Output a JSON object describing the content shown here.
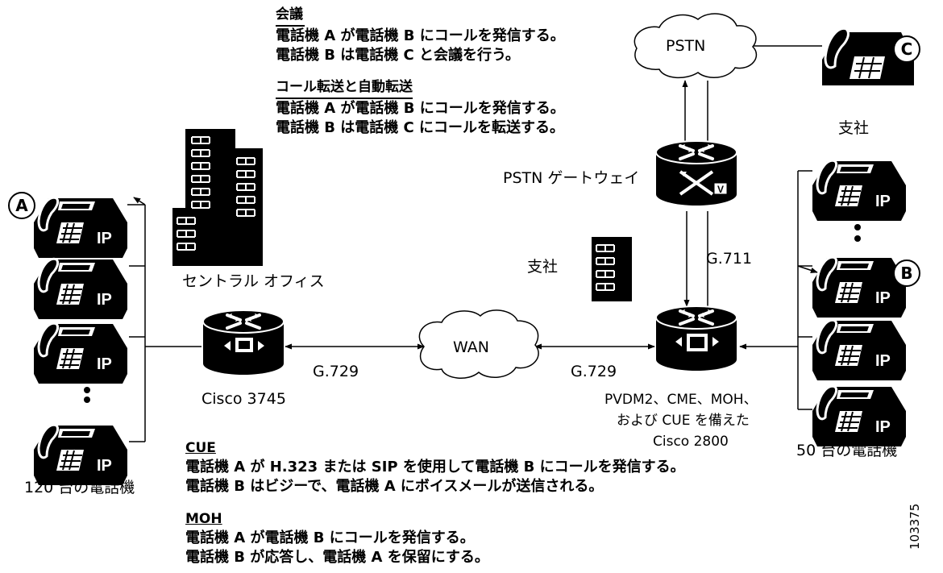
{
  "labels": {
    "pstn": "PSTN",
    "wan": "WAN",
    "pstn_gateway": "PSTN ゲートウェイ",
    "central_office": "セントラル オフィス",
    "branch_top": "支社",
    "branch_mid": "支社",
    "cisco_3745": "Cisco 3745",
    "g729_left": "G.729",
    "g729_right": "G.729",
    "g711": "G.711",
    "cisco2800_line1": "PVDM2、CME、MOH、",
    "cisco2800_line2": "および CUE を備えた",
    "cisco2800_line3": "Cisco 2800",
    "phones_120": "120 台の電話機",
    "phones_50": "50 台の電話機",
    "figure_id": "103375"
  },
  "callouts": {
    "a": "A",
    "b": "B",
    "c": "C"
  },
  "notes": {
    "conference": {
      "title": "会議",
      "line1": "電話機 A が電話機 B にコールを発信する。",
      "line2": "電話機 B は電話機 C と会議を行う。"
    },
    "transfer": {
      "title": "コール転送と自動転送",
      "line1": "電話機 A が電話機 B にコールを発信する。",
      "line2": "電話機 B は電話機 C にコールを転送する。"
    },
    "cue": {
      "title": "CUE",
      "line1": "電話機 A が H.323 または SIP を使用して電話機 B にコールを発信する。",
      "line2": "電話機 B はビジーで、電話機 A にボイスメールが送信される。"
    },
    "moh": {
      "title": "MOH",
      "line1": "電話機 A が電話機 B にコールを発信する。",
      "line2": "電話機 B が応答し、電話機 A を保留にする。"
    }
  },
  "icons": {
    "ip_phone": "ip-phone-icon",
    "analog_phone": "analog-phone-icon",
    "voice_router": "voice-router-icon",
    "gateway": "voice-gateway-icon",
    "cloud": "cloud-icon",
    "building": "office-building-icon"
  }
}
